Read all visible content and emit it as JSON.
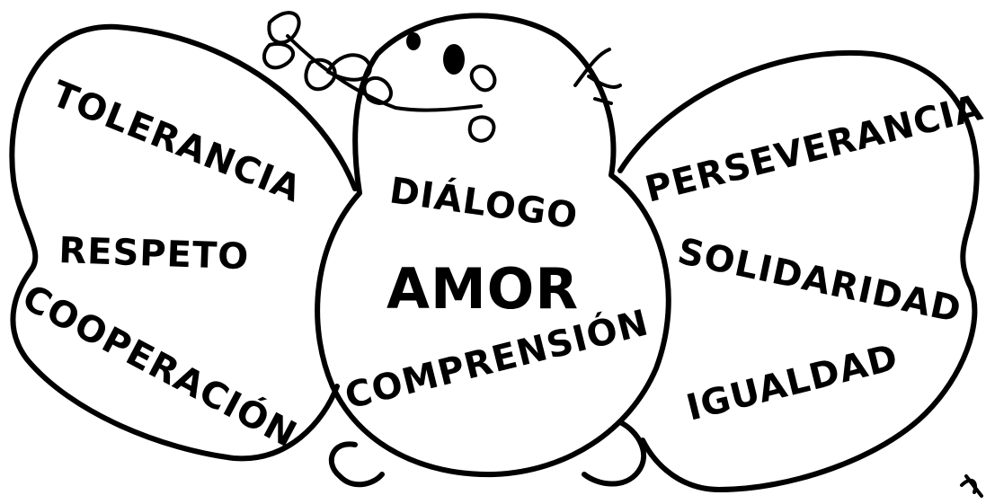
{
  "left_wing": {
    "word1": "TOLERANCIA",
    "word2": "RESPETO",
    "word3": "COOPERACIÓN"
  },
  "body": {
    "word1": "DIÁLOGO",
    "word2": "AMOR",
    "word3": "COMPRENSIÓN"
  },
  "right_wing": {
    "word1": "PERSEVERANCIA",
    "word2": "SOLIDARIDAD",
    "word3": "IGUALDAD"
  },
  "colors": {
    "ink": "#000000",
    "paper": "#ffffff"
  }
}
